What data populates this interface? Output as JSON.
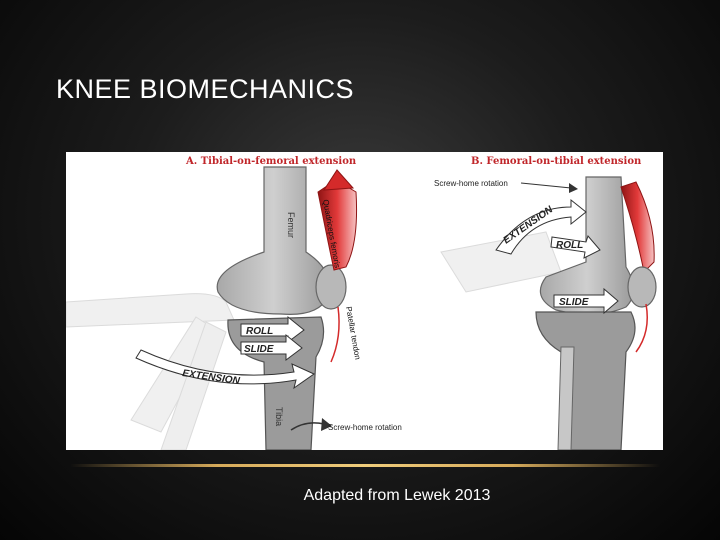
{
  "slide": {
    "title": "KNEE BIOMECHANICS",
    "caption": "Adapted from Lewek 2013"
  },
  "figure": {
    "panel_a": {
      "title": "A. Tibial-on-femoral extension",
      "femur_label": "Femur",
      "tibia_label": "Tibia",
      "muscle_label": "Quadriceps femoris",
      "tendon_label": "Patellar tendon",
      "roll_label": "ROLL",
      "slide_label": "SLIDE",
      "extension_label": "EXTENSION",
      "screw_home_label": "Screw-home rotation"
    },
    "panel_b": {
      "title": "B. Femoral-on-tibial extension",
      "screw_home_label": "Screw-home rotation",
      "extension_label": "EXTENSION",
      "roll_label": "ROLL",
      "slide_label": "SLIDE"
    }
  },
  "colors": {
    "title_red": "#c0262a",
    "muscle_red": "#d42a2a",
    "bone_gray": "#b5b5b5",
    "bone_dark": "#8a8a8a",
    "accent_gold": "#d6aa5a"
  }
}
